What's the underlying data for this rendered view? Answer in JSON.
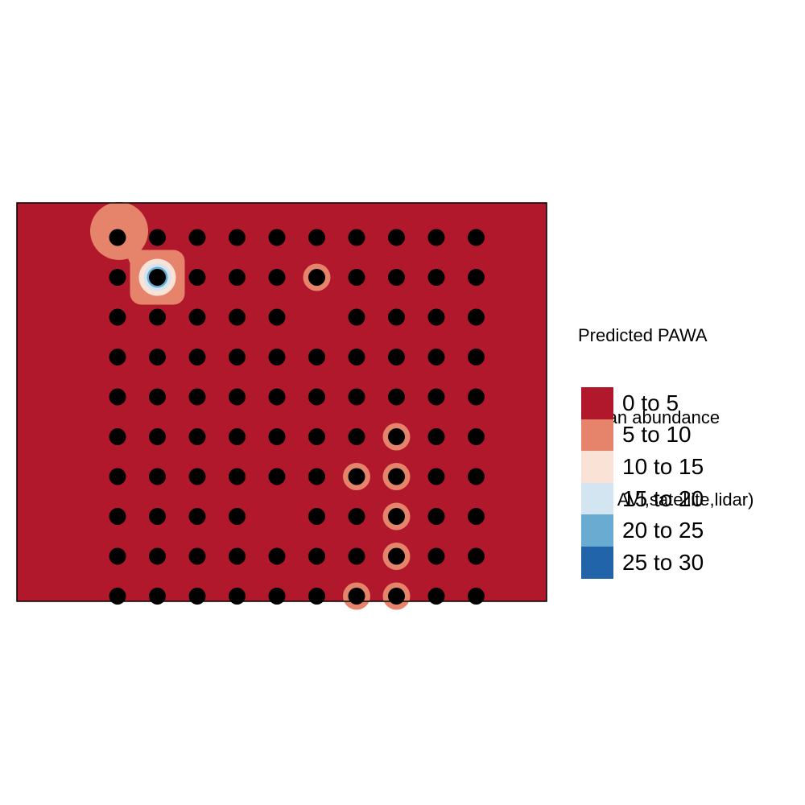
{
  "legend": {
    "title_lines": [
      "Predicted PAWA",
      " mean abundance",
      " (top AVI,satellite,lidar)"
    ],
    "classes": [
      {
        "label": "0 to 5",
        "color": "#b2182b"
      },
      {
        "label": "5 to 10",
        "color": "#e6846b"
      },
      {
        "label": "10 to 15",
        "color": "#fbe2d7"
      },
      {
        "label": "15 to 20",
        "color": "#d2e5f0"
      },
      {
        "label": "20 to 25",
        "color": "#6aabd2"
      },
      {
        "label": "25 to 30",
        "color": "#2264aa"
      }
    ]
  },
  "map": {
    "background_class": 0,
    "point_color": "#000000",
    "border_color": "#000000",
    "point_rows": [
      [
        0,
        1,
        2,
        3,
        4,
        5,
        6,
        7,
        8,
        9
      ],
      [
        0,
        1,
        2,
        3,
        4,
        5,
        6,
        7,
        8,
        9
      ],
      [
        0,
        1,
        2,
        3,
        4,
        6,
        7,
        8,
        9
      ],
      [
        0,
        1,
        2,
        3,
        4,
        5,
        6,
        7,
        8,
        9
      ],
      [
        0,
        1,
        2,
        3,
        4,
        5,
        6,
        7,
        8,
        9
      ],
      [
        0,
        1,
        2,
        3,
        4,
        5,
        6,
        7,
        8,
        9
      ],
      [
        0,
        1,
        2,
        3,
        4,
        5,
        6,
        7,
        8,
        9
      ],
      [
        0,
        1,
        2,
        3,
        5,
        6,
        7,
        8,
        9
      ],
      [
        0,
        1,
        2,
        3,
        4,
        5,
        6,
        7,
        8,
        9
      ],
      [
        0,
        1,
        2,
        3,
        4,
        5,
        6,
        7,
        8,
        9
      ]
    ],
    "hotspots": [
      {
        "row": 0,
        "col": 0,
        "class": 1
      },
      {
        "row": 1,
        "col": 1,
        "class": 4
      },
      {
        "row": 1,
        "col": 5,
        "class": 1
      },
      {
        "row": 5,
        "col": 7,
        "class": 1
      },
      {
        "row": 6,
        "col": 6,
        "class": 1
      },
      {
        "row": 6,
        "col": 7,
        "class": 1
      },
      {
        "row": 7,
        "col": 7,
        "class": 1
      },
      {
        "row": 8,
        "col": 7,
        "class": 1
      },
      {
        "row": 9,
        "col": 6,
        "class": 1
      },
      {
        "row": 9,
        "col": 7,
        "class": 1
      }
    ]
  }
}
